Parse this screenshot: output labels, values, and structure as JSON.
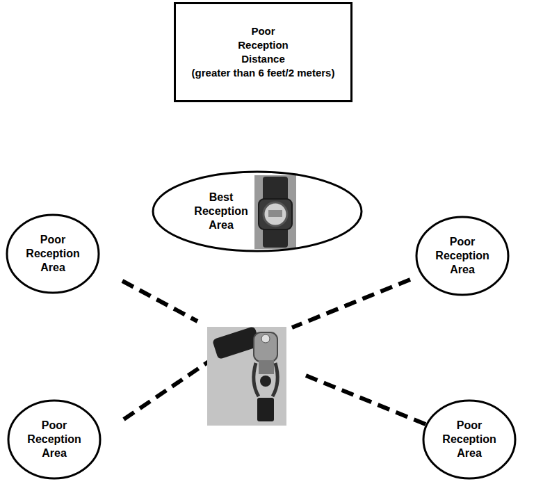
{
  "diagram": {
    "nodes": [
      {
        "text": [
          "Poor Reception Distance (greater than 6 feet/2 meters)"
        ]
      },
      {
        "text": [
          "Best Reception Area"
        ]
      },
      {
        "text": [
          "Poor Reception Area"
        ]
      },
      {
        "text": [
          "Poor Reception Area"
        ]
      },
      {
        "text": [
          "Poor Reception Area"
        ]
      },
      {
        "text": [
          "Poor Reception Area"
        ]
      }
    ]
  }
}
